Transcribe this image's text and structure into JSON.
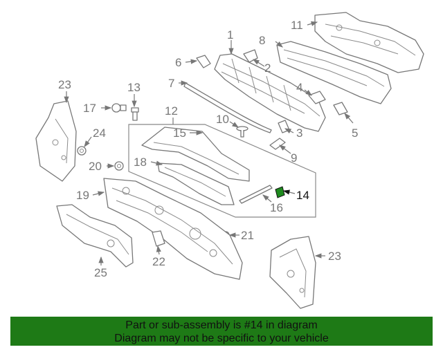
{
  "callouts": {
    "c1": "1",
    "c2": "2",
    "c3": "3",
    "c4": "4",
    "c5": "5",
    "c6": "6",
    "c7": "7",
    "c8": "8",
    "c9": "9",
    "c10": "10",
    "c11": "11",
    "c12": "12",
    "c13": "13",
    "c14": "14",
    "c15": "15",
    "c16": "16",
    "c17": "17",
    "c18": "18",
    "c19": "19",
    "c20": "20",
    "c21": "21",
    "c22": "22",
    "c23a": "23",
    "c23b": "23",
    "c24": "24",
    "c25": "25"
  },
  "footer": {
    "line1": "Part or sub-assembly is #14 in diagram",
    "line2": "Diagram may not be specific to your vehicle"
  },
  "colors": {
    "highlight_part": "#1e8a1e",
    "footer_background": "#1e7a16"
  }
}
